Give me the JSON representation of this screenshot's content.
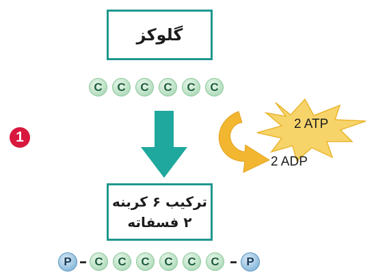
{
  "top_box": {
    "label": "گلوکز"
  },
  "bottom_box": {
    "line1": "ترکیب ۶ کربنه",
    "line2": "۲ فسفاته"
  },
  "carbon_label": "C",
  "phosphate_label": "P",
  "step_number": "1",
  "atp_label": "2 ATP",
  "adp_label": "2 ADP",
  "colors": {
    "box_border": "#1e968e",
    "arrow": "#1fa89d",
    "carbon": "#bfe3c8",
    "phosphate": "#9ec6e2",
    "starburst": "#f7d46a",
    "curved_arrow": "#f2b630",
    "step_badge": "#d8183e"
  }
}
